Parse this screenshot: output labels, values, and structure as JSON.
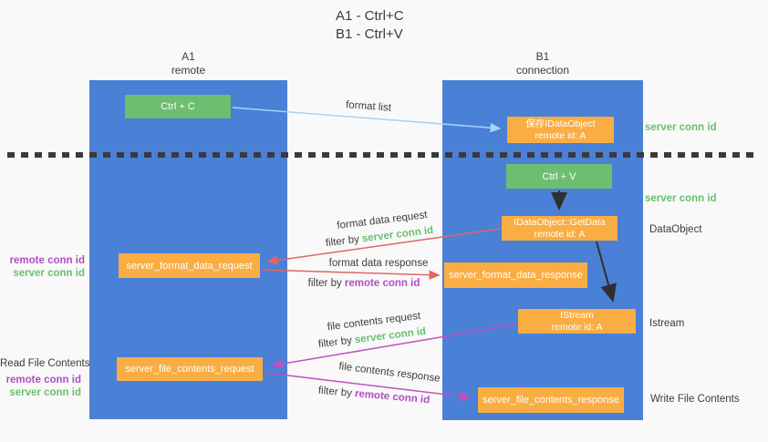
{
  "title": {
    "line1": "A1 - Ctrl+C",
    "line2": "B1 - Ctrl+V"
  },
  "columns": {
    "left": {
      "name": "A1",
      "type": "remote"
    },
    "right": {
      "name": "B1",
      "type": "connection"
    }
  },
  "nodes": {
    "ctrl_c": {
      "label": "Ctrl + C"
    },
    "save_idataobject": {
      "line1": "保存IDataObject",
      "line2": "remote id: A"
    },
    "ctrl_v": {
      "label": "Ctrl + V"
    },
    "idataobject_getdata": {
      "line1": "IDataObject::GetData",
      "line2": "remote id: A"
    },
    "server_format_data_request": {
      "label": "server_format_data_request"
    },
    "server_format_data_response": {
      "label": "server_format_data_response"
    },
    "istream": {
      "line1": "IStream",
      "line2": "remote id: A"
    },
    "server_file_contents_request": {
      "label": "server_file_contents_request"
    },
    "server_file_contents_response": {
      "label": "server_file_contents_response"
    }
  },
  "edge_labels": {
    "format_list": "format list",
    "format_data_request": "format data request",
    "format_data_response": "format data response",
    "file_contents_request": "file contents request",
    "file_contents_response": "file contents response",
    "filter_by": "filter by ",
    "server_conn_id": "server conn id",
    "remote_conn_id": "remote conn id"
  },
  "side_labels": {
    "right_server_conn_id_top": "server conn id",
    "right_server_conn_id_mid": "server conn id",
    "dataobject": "DataObject",
    "istream": "Istream",
    "write_file_contents": "Write File Contents",
    "left_remote_conn_id_top": "remote conn id",
    "left_server_conn_id_top": "server conn id",
    "read_file_contents": "Read File Contents",
    "left_remote_conn_id_bottom": "remote conn id",
    "left_server_conn_id_bottom": "server conn id"
  },
  "colors": {
    "lane_blue": "#4a80d6",
    "node_green": "#6dbe71",
    "node_orange": "#f9ad42",
    "arrow_black": "#2f2f2f",
    "arrow_red": "#e06663",
    "arrow_magenta": "#c051c0",
    "arrow_lightblue": "#a9d3f0",
    "keyword_green": "#6abf6e",
    "keyword_purple": "#b04ec4",
    "text_dark": "#3a3a3a",
    "background": "#f9f9f9"
  }
}
